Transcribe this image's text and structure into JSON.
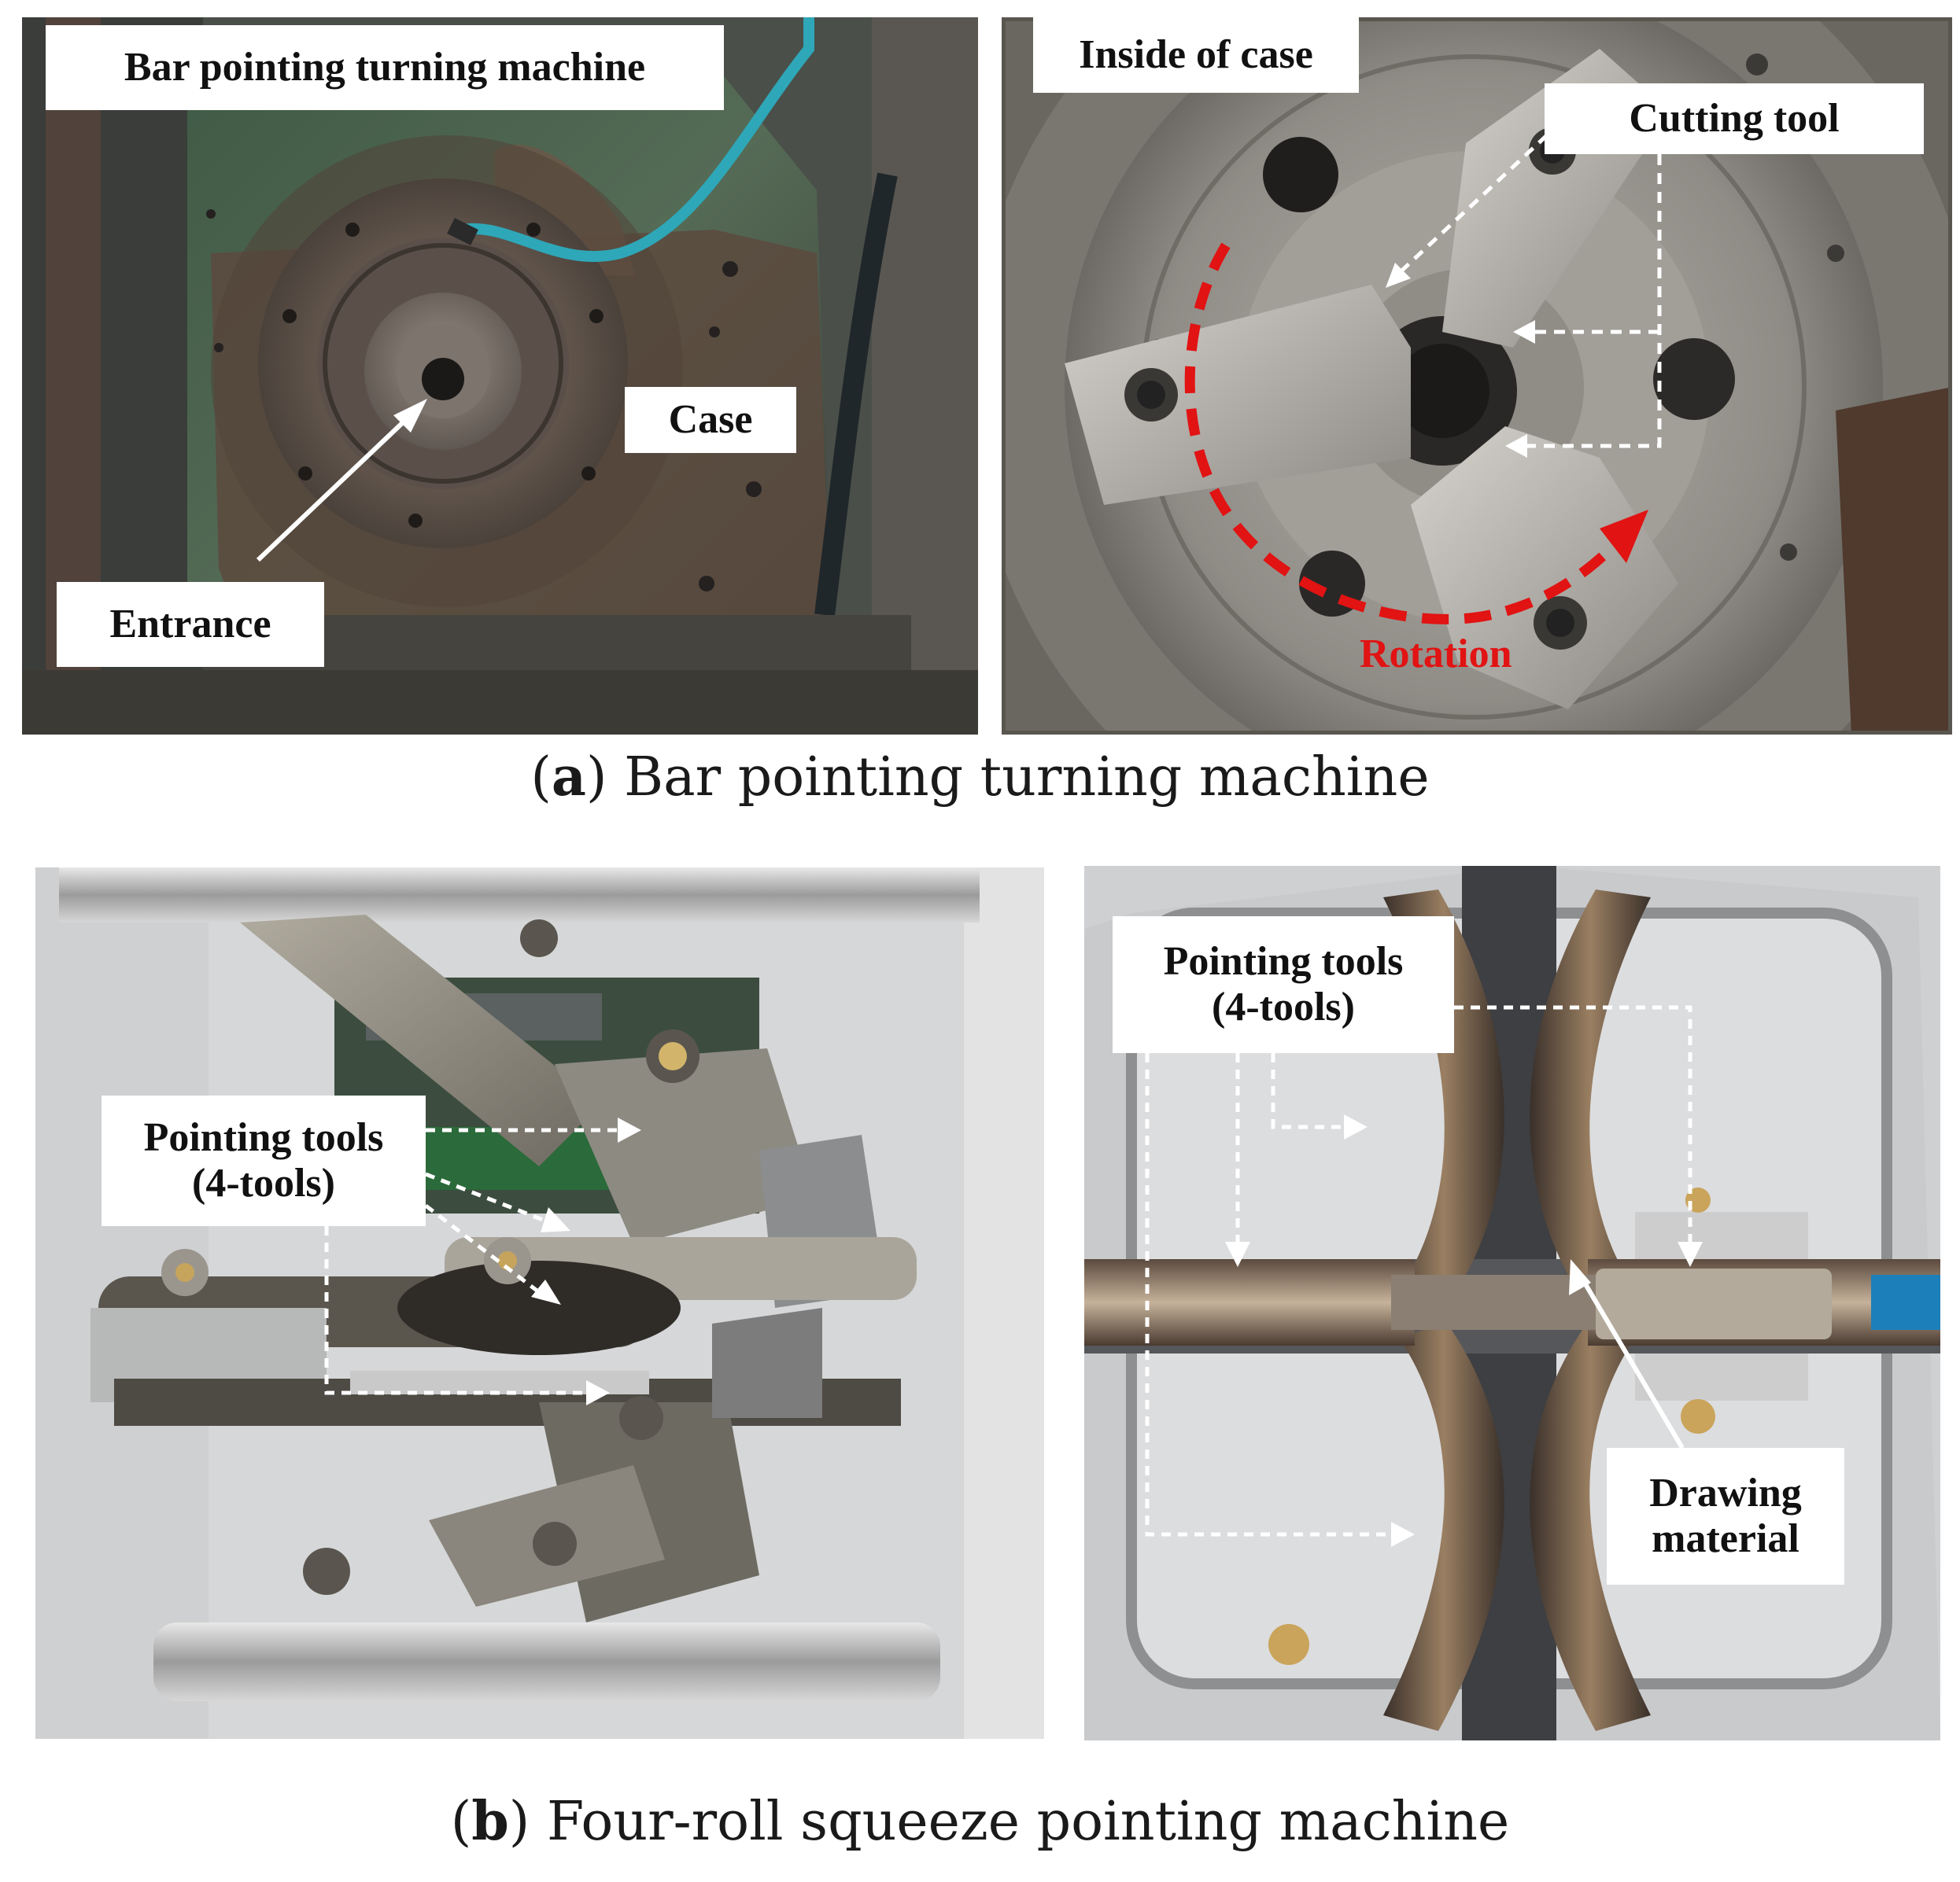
{
  "panel_a": {
    "left_photo": {
      "title_label": "Bar pointing turning machine",
      "case_label": "Case",
      "entrance_label": "Entrance"
    },
    "right_photo": {
      "title_label": "Inside of case",
      "cutting_tool_label": "Cutting tool",
      "rotation_label": "Rotation"
    },
    "caption_letter": "a",
    "caption_text": "Bar pointing turning machine"
  },
  "panel_b": {
    "left_photo": {
      "tools_label_line1": "Pointing tools",
      "tools_label_line2": "(4-tools)"
    },
    "right_photo": {
      "tools_label_line1": "Pointing tools",
      "tools_label_line2": "(4-tools)",
      "material_label_line1": "Drawing",
      "material_label_line2": "material"
    },
    "caption_letter": "b",
    "caption_text": "Four-roll squeeze pointing machine"
  },
  "colors": {
    "rotation_arrow": "#e11313",
    "label_background": "#ffffff",
    "pointer_arrow": "#ffffff"
  }
}
